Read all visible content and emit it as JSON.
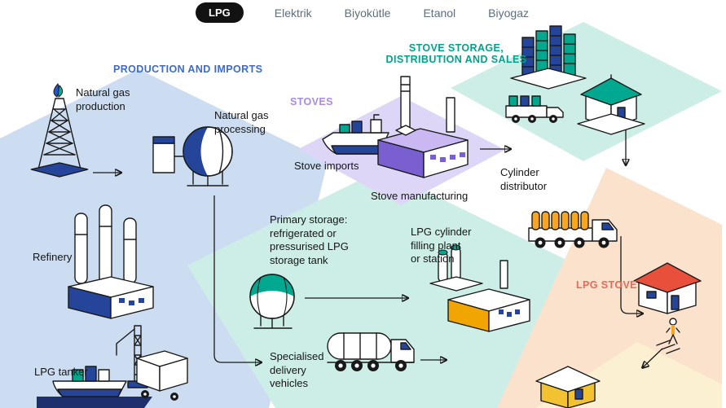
{
  "nav": {
    "tabs": [
      {
        "label": "LPG",
        "active": true
      },
      {
        "label": "Elektrik",
        "active": false
      },
      {
        "label": "Biyokütle",
        "active": false
      },
      {
        "label": "Etanol",
        "active": false
      },
      {
        "label": "Biyogaz",
        "active": false
      }
    ]
  },
  "diagram": {
    "headings": {
      "production": "PRODUCTION AND IMPORTS",
      "stoves": "STOVES",
      "storage": "STOVE STORAGE,\nDISTRIBUTION AND SALES",
      "lpg_stove": "LPG STOVE"
    },
    "labels": {
      "natural_gas_production": "Natural gas\nproduction",
      "natural_gas_processing": "Natural gas\nprocessing",
      "stove_imports": "Stove imports",
      "stove_manufacturing": "Stove manufacturing",
      "cylinder_distributor": "Cylinder\ndistributor",
      "refinery": "Refinery",
      "primary_storage": "Primary storage:\nrefrigerated or\npressurised LPG\nstorage tank",
      "lpg_cylinder_filling": "LPG cylinder\nfilling plant\nor station",
      "lpg_tanker": "LPG tanker",
      "delivery_vehicles": "Specialised\ndelivery\nvehicles"
    },
    "icons": [
      "gas-derrick",
      "gas-processing-plant",
      "refinery",
      "port-crane-ship",
      "stove-import-ship",
      "stove-factory",
      "stove-warehouse-towers",
      "sales-pavilion",
      "cylinder-distributor-truck",
      "lpg-storage-sphere",
      "delivery-tanker-truck",
      "cylinder-filling-plant",
      "lpg-stove-house",
      "pedestrian-crossing",
      "retail-kiosk",
      "box-truck"
    ],
    "colors": {
      "heading_blue": "#3a6bd0",
      "heading_purple": "#a98ae6",
      "heading_teal": "#00a38a",
      "heading_coral": "#e8695a",
      "region_blue": "#ccddf1",
      "region_teal": "#cdeee6",
      "region_purple": "#ded6f7",
      "region_orange": "#fbe2cc",
      "region_yellow": "#fcf0d2",
      "accent_navy": "#24459a",
      "accent_teal": "#00a88f",
      "accent_purple": "#7a5fd0",
      "accent_orange": "#f5a623",
      "accent_red": "#e8503c"
    }
  }
}
